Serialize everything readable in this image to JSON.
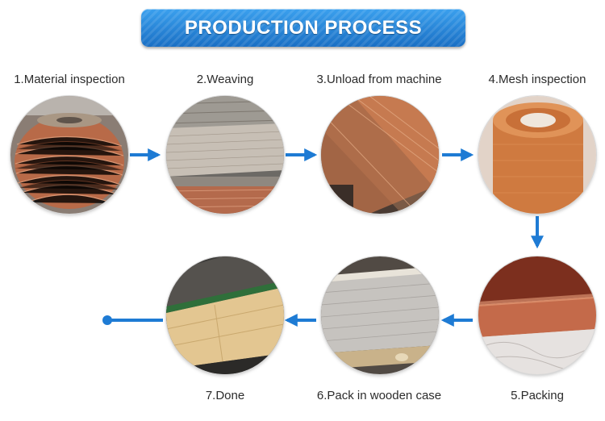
{
  "title": "PRODUCTION PROCESS",
  "steps": [
    {
      "label": "1.Material inspection"
    },
    {
      "label": "2.Weaving"
    },
    {
      "label": "3.Unload from machine"
    },
    {
      "label": "4.Mesh inspection"
    },
    {
      "label": "5.Packing"
    },
    {
      "label": "6.Pack in wooden case"
    },
    {
      "label": "7.Done"
    }
  ],
  "colors": {
    "accent": "#1e7bd4",
    "banner_top": "#3aa0ee",
    "banner_bottom": "#1a6fc4",
    "copper": "#c9774f"
  }
}
